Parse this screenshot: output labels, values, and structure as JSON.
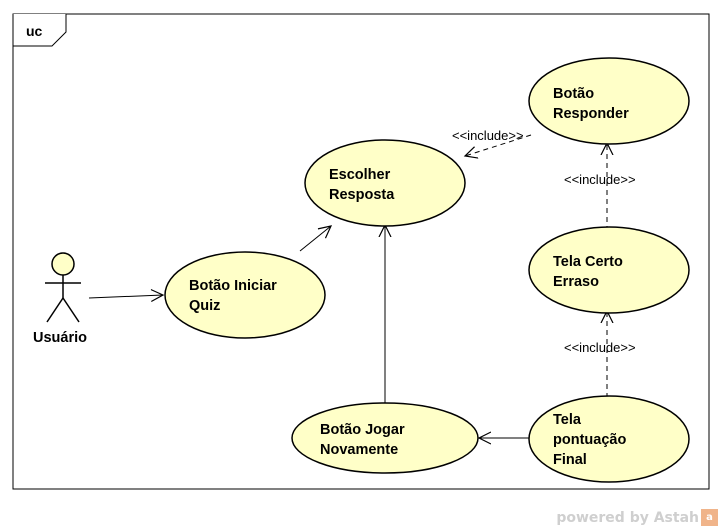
{
  "frame": {
    "label": "uc"
  },
  "actor": {
    "name": "Usuário"
  },
  "use_cases": {
    "escolher": [
      "Escolher",
      "Resposta"
    ],
    "responder": [
      "Botão",
      "Responder"
    ],
    "iniciar": [
      "Botão Iniciar",
      "Quiz"
    ],
    "certo": [
      "Tela Certo",
      "Erraso"
    ],
    "jogar": [
      "Botão Jogar",
      "Novamente"
    ],
    "pontuacao": [
      "Tela",
      "pontuação",
      "Final"
    ]
  },
  "relations": {
    "include_label": "<<include>>"
  },
  "footer": {
    "text": "powered by Astah",
    "badge": "a"
  },
  "colors": {
    "usecase_fill": "#ffffc8",
    "stroke": "#000000"
  }
}
